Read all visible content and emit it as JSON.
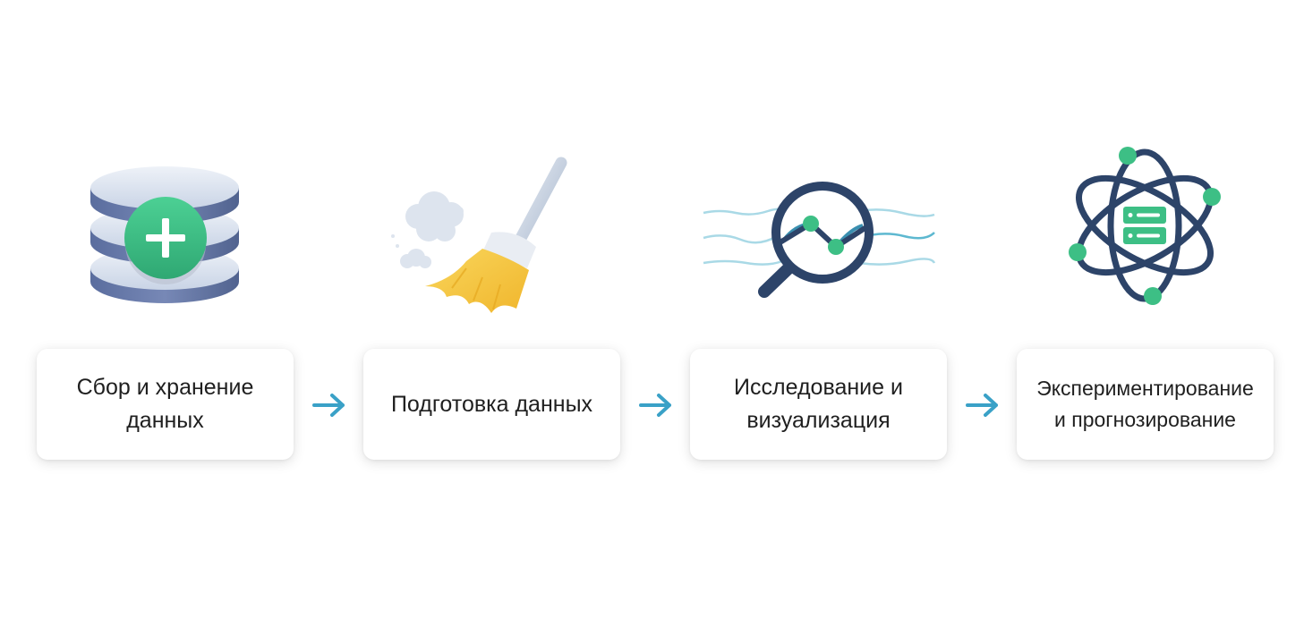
{
  "steps": [
    {
      "label": "Сбор и хранение\nданных",
      "icon": "database-plus-icon"
    },
    {
      "label": "Подготовка данных",
      "icon": "broom-icon"
    },
    {
      "label": "Исследование и\nвизуализация",
      "icon": "magnifier-chart-icon"
    },
    {
      "label": "Экспериментирование\nи прогнозирование",
      "icon": "atom-server-icon"
    }
  ],
  "colors": {
    "arrow": "#3aa1c7",
    "accent_green": "#3dbf85",
    "navy": "#2d4469",
    "yellow": "#f5c842"
  }
}
